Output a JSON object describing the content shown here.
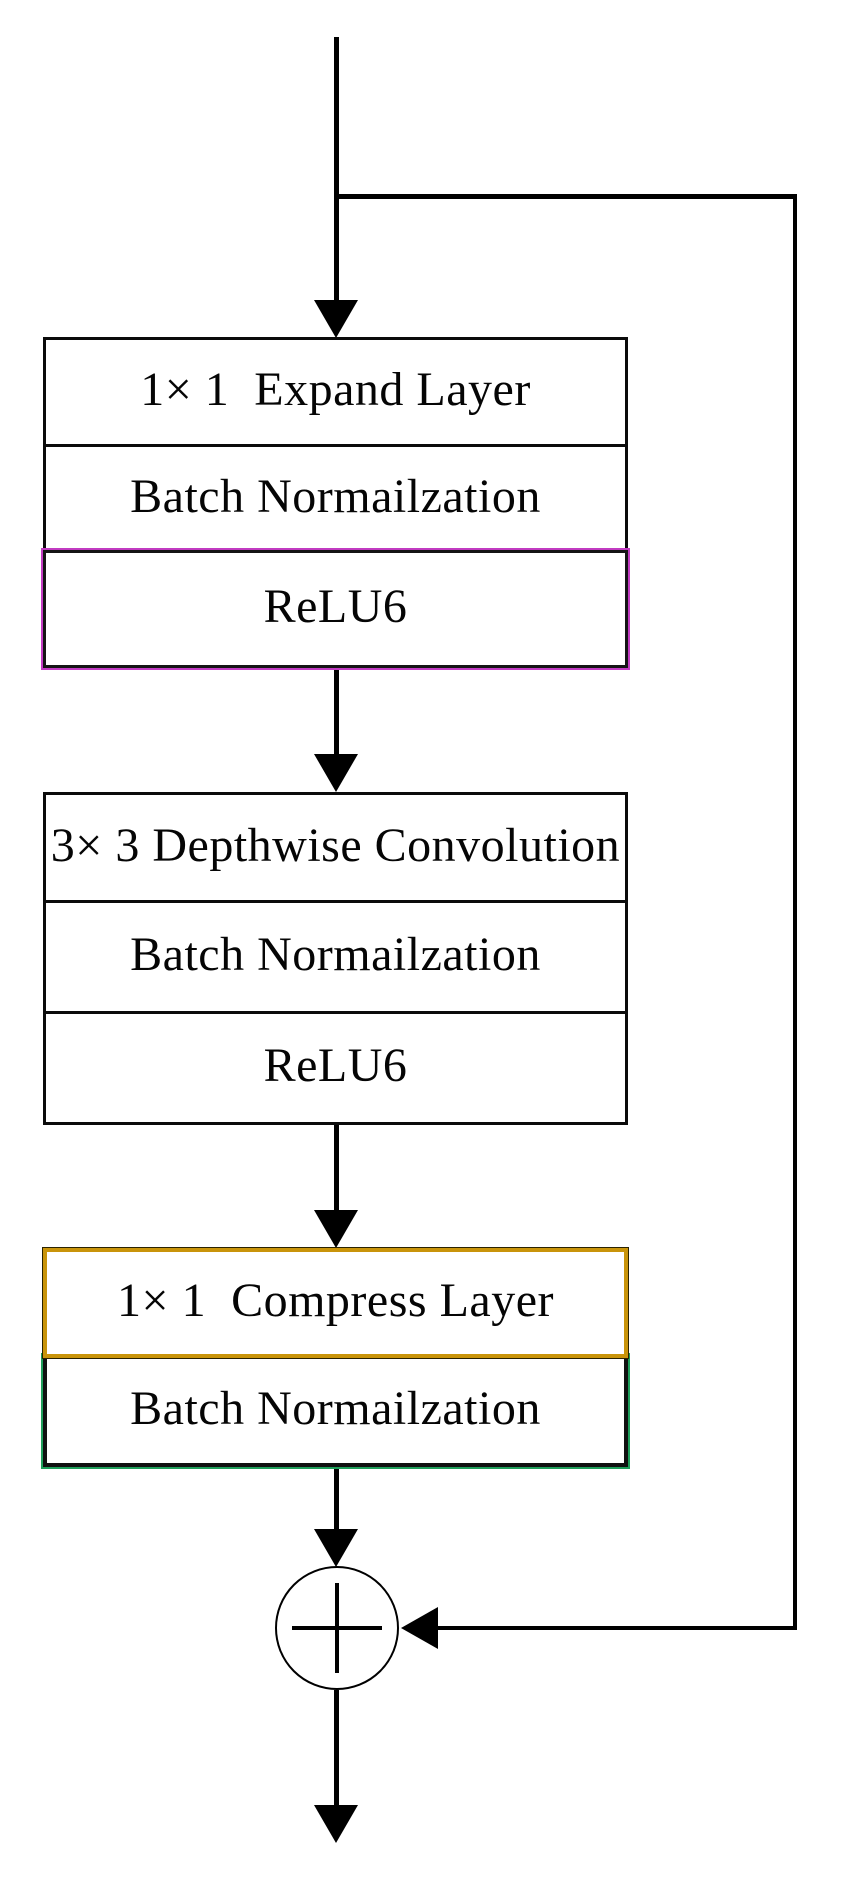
{
  "diagram": {
    "title_hint": "inverted residual block flow diagram",
    "blocks": [
      {
        "id": "expand-block",
        "rows": [
          {
            "label": "1× 1  Expand Layer"
          },
          {
            "label": "Batch Normailzation"
          },
          {
            "label": "ReLU6"
          }
        ]
      },
      {
        "id": "depthwise-block",
        "rows": [
          {
            "label": "3× 3 Depthwise Convolution"
          },
          {
            "label": "Batch Normailzation"
          },
          {
            "label": "ReLU6"
          }
        ]
      },
      {
        "id": "compress-block",
        "rows": [
          {
            "label": "1× 1  Compress Layer"
          },
          {
            "label": "Batch Normailzation"
          }
        ]
      }
    ],
    "operator": {
      "name": "elementwise-add",
      "symbol": "+"
    },
    "connections": {
      "main_path": "input -> expand-block -> depthwise-block -> compress-block -> add -> output",
      "skip_path": "input -> add (residual shortcut on right side)"
    },
    "colors": {
      "background": "#ffffff",
      "line": "#000000",
      "box_border": "#0b0b0b",
      "relu6_accent": "#C13BC1",
      "compress_accent": "#C9940A",
      "batchnorm_accent": "#1E9E5A"
    }
  }
}
